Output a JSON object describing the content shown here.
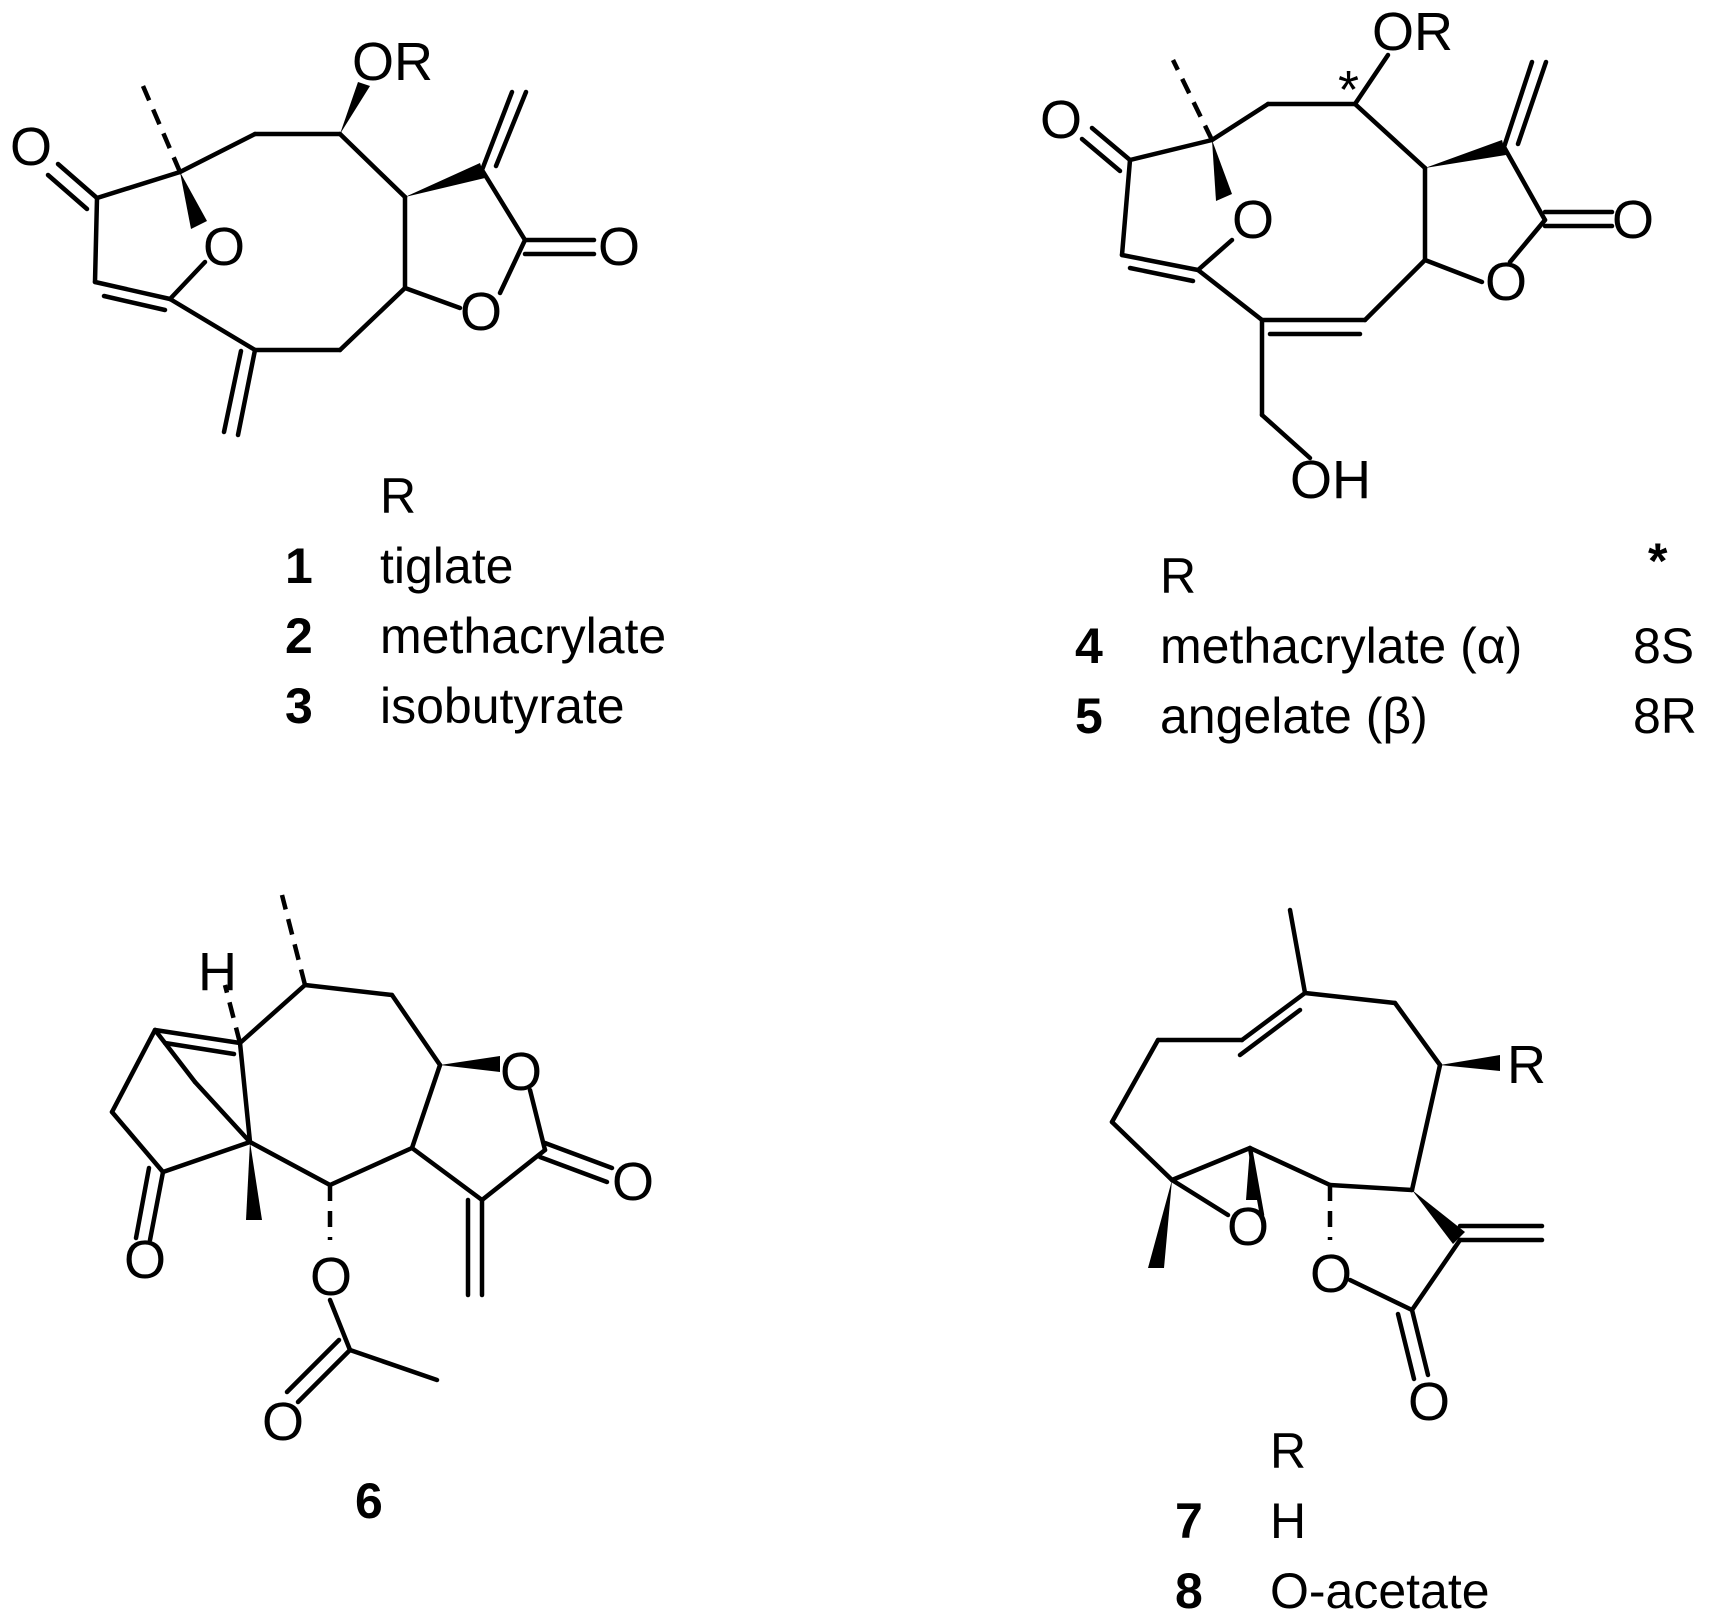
{
  "compounds": {
    "c1": {
      "atoms": {
        "carbonyl_o": "O",
        "ring_o": "O",
        "or_group": "OR",
        "lactone_o": "O",
        "lactone_carbonyl_o": "O"
      },
      "table": {
        "header": "R",
        "rows": [
          {
            "num": "1",
            "r": "tiglate"
          },
          {
            "num": "2",
            "r": "methacrylate"
          },
          {
            "num": "3",
            "r": "isobutyrate"
          }
        ]
      }
    },
    "c2": {
      "atoms": {
        "carbonyl_o": "O",
        "ring_o": "O",
        "or_group": "OR",
        "star": "*",
        "lactone_o": "O",
        "lactone_carbonyl_o": "O",
        "oh": "OH"
      },
      "table": {
        "header_r": "R",
        "header_star": "*",
        "rows": [
          {
            "num": "4",
            "r": "methacrylate (α)",
            "config": "8S"
          },
          {
            "num": "5",
            "r": "angelate (β)",
            "config": "8R"
          }
        ]
      }
    },
    "c3": {
      "atoms": {
        "h": "H",
        "lactone_o": "O",
        "lactone_carbonyl_o": "O",
        "ketone_o": "O",
        "ester_o": "O",
        "acetyl_o": "O"
      },
      "number": "6"
    },
    "c4": {
      "atoms": {
        "r": "R",
        "epoxide_o": "O",
        "lactone_o": "O",
        "lactone_carbonyl_o": "O"
      },
      "table": {
        "header": "R",
        "rows": [
          {
            "num": "7",
            "r": "H"
          },
          {
            "num": "8",
            "r": "O-acetate"
          }
        ]
      }
    }
  }
}
